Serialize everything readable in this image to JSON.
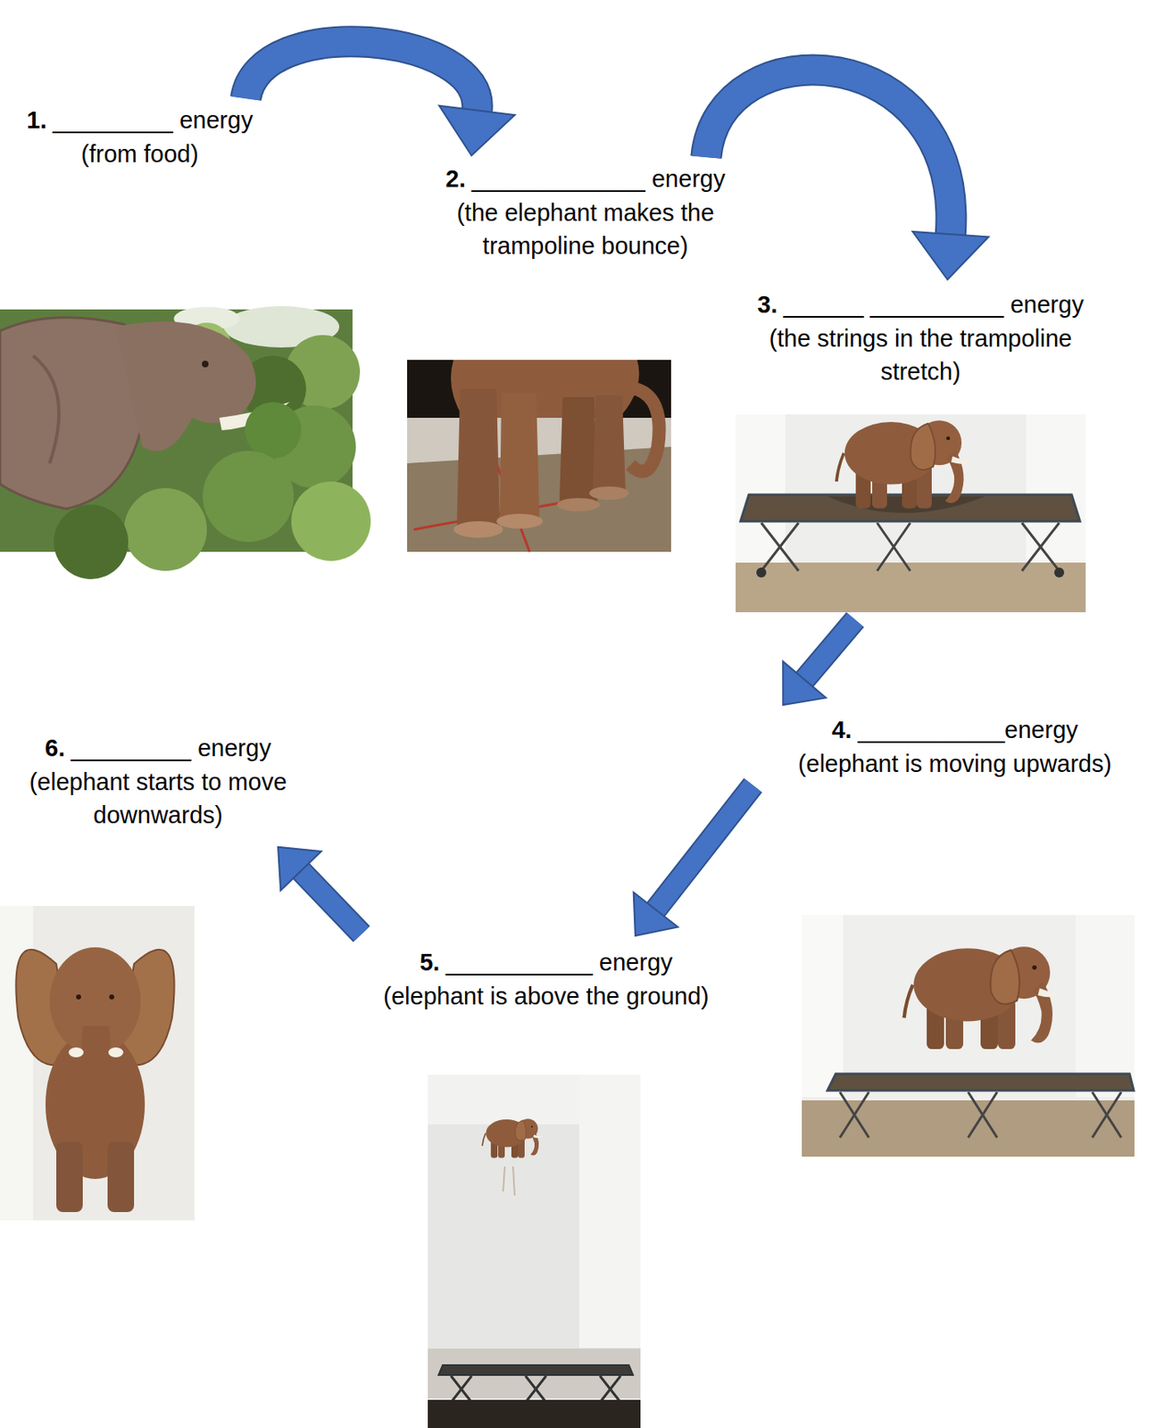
{
  "diagram": {
    "nodes": [
      {
        "text": [
          "1.",
          "_________ energy",
          "(from food)"
        ]
      },
      {
        "text": [
          "2.",
          "_____________ energy",
          "(the elephant makes the trampoline bounce)"
        ]
      },
      {
        "text": [
          "3.",
          "______ __________ energy",
          "(the strings in the trampoline stretch)"
        ]
      },
      {
        "text": [
          "4.",
          "___________energy",
          "(elephant is moving upwards)"
        ]
      },
      {
        "text": [
          "5.",
          "___________ energy",
          "(elephant is above the ground)"
        ]
      },
      {
        "text": [
          "6.",
          "_________ energy",
          "(elephant starts to move downwards)"
        ]
      }
    ],
    "edges": [
      {
        "from": 0,
        "to": 1,
        "arrow": "to"
      },
      {
        "from": 1,
        "to": 2,
        "arrow": "to"
      },
      {
        "from": 2,
        "to": 3,
        "arrow": "to"
      },
      {
        "from": 3,
        "to": 4,
        "arrow": "to"
      },
      {
        "from": 4,
        "to": 5,
        "arrow": "to"
      }
    ]
  }
}
